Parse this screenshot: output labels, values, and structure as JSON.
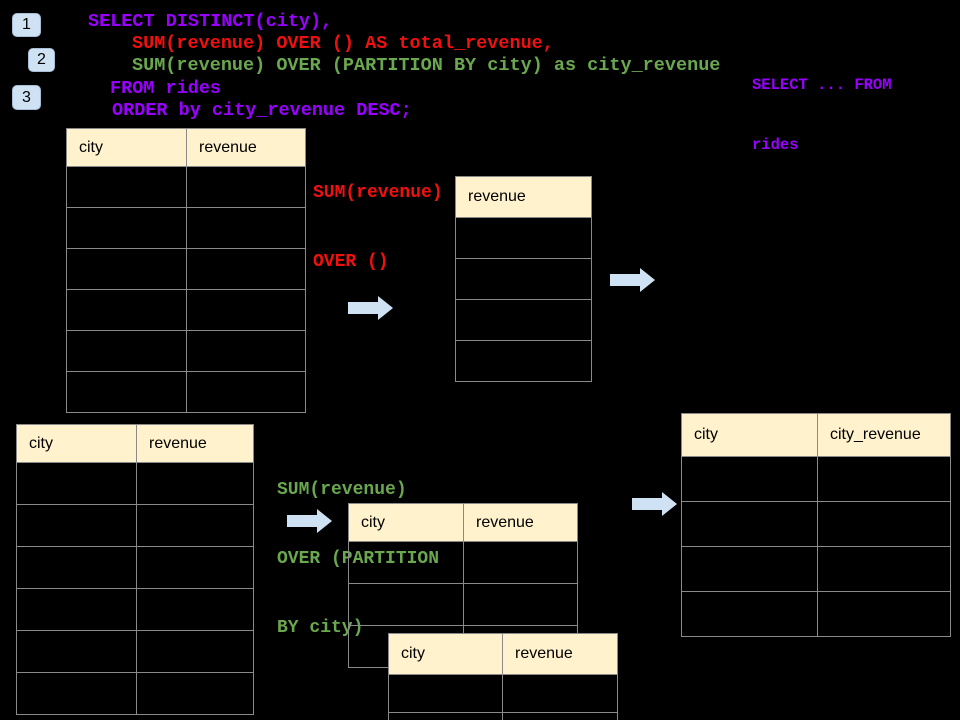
{
  "badges": [
    {
      "label": "1"
    },
    {
      "label": "2"
    },
    {
      "label": "3"
    }
  ],
  "sql_query": {
    "line_select": "SELECT DISTINCT(city),",
    "line_total": "SUM(revenue) OVER () AS total_revenue,",
    "line_partition": "SUM(revenue) OVER (PARTITION BY city) as city_revenue",
    "line_from": "FROM rides",
    "line_order": "ORDER by city_revenue DESC;"
  },
  "from_note": {
    "line1": "SELECT ... FROM",
    "line2": "rides"
  },
  "total_annotation": {
    "line1": "SUM(revenue)",
    "line2": "OVER ()"
  },
  "partition_annotation": {
    "line1": "SUM(revenue)",
    "line2": "OVER (PARTITION",
    "line3": "BY city)"
  },
  "tables": {
    "source_top": {
      "headers": [
        "city",
        "revenue"
      ],
      "body_rows": 6
    },
    "total_result": {
      "headers": [
        "revenue"
      ],
      "body_rows": 4
    },
    "source_bottom": {
      "headers": [
        "city",
        "revenue"
      ],
      "body_rows": 6
    },
    "partition_first": {
      "headers": [
        "city",
        "revenue"
      ],
      "body_rows": 3
    },
    "partition_second": {
      "headers": [
        "city",
        "revenue"
      ],
      "body_rows": 2
    },
    "final_result": {
      "headers": [
        "city",
        "city_revenue"
      ],
      "body_rows": 4
    }
  },
  "colors": {
    "background": "#000000",
    "keyword_purple": "#9900ff",
    "total_red": "#f01010",
    "partition_green": "#6aa84f",
    "table_header_fill": "#fff2cc",
    "table_border": "#8a8a8a",
    "arrow_fill": "#cfe2f3",
    "badge_fill": "#cfe2f3"
  }
}
